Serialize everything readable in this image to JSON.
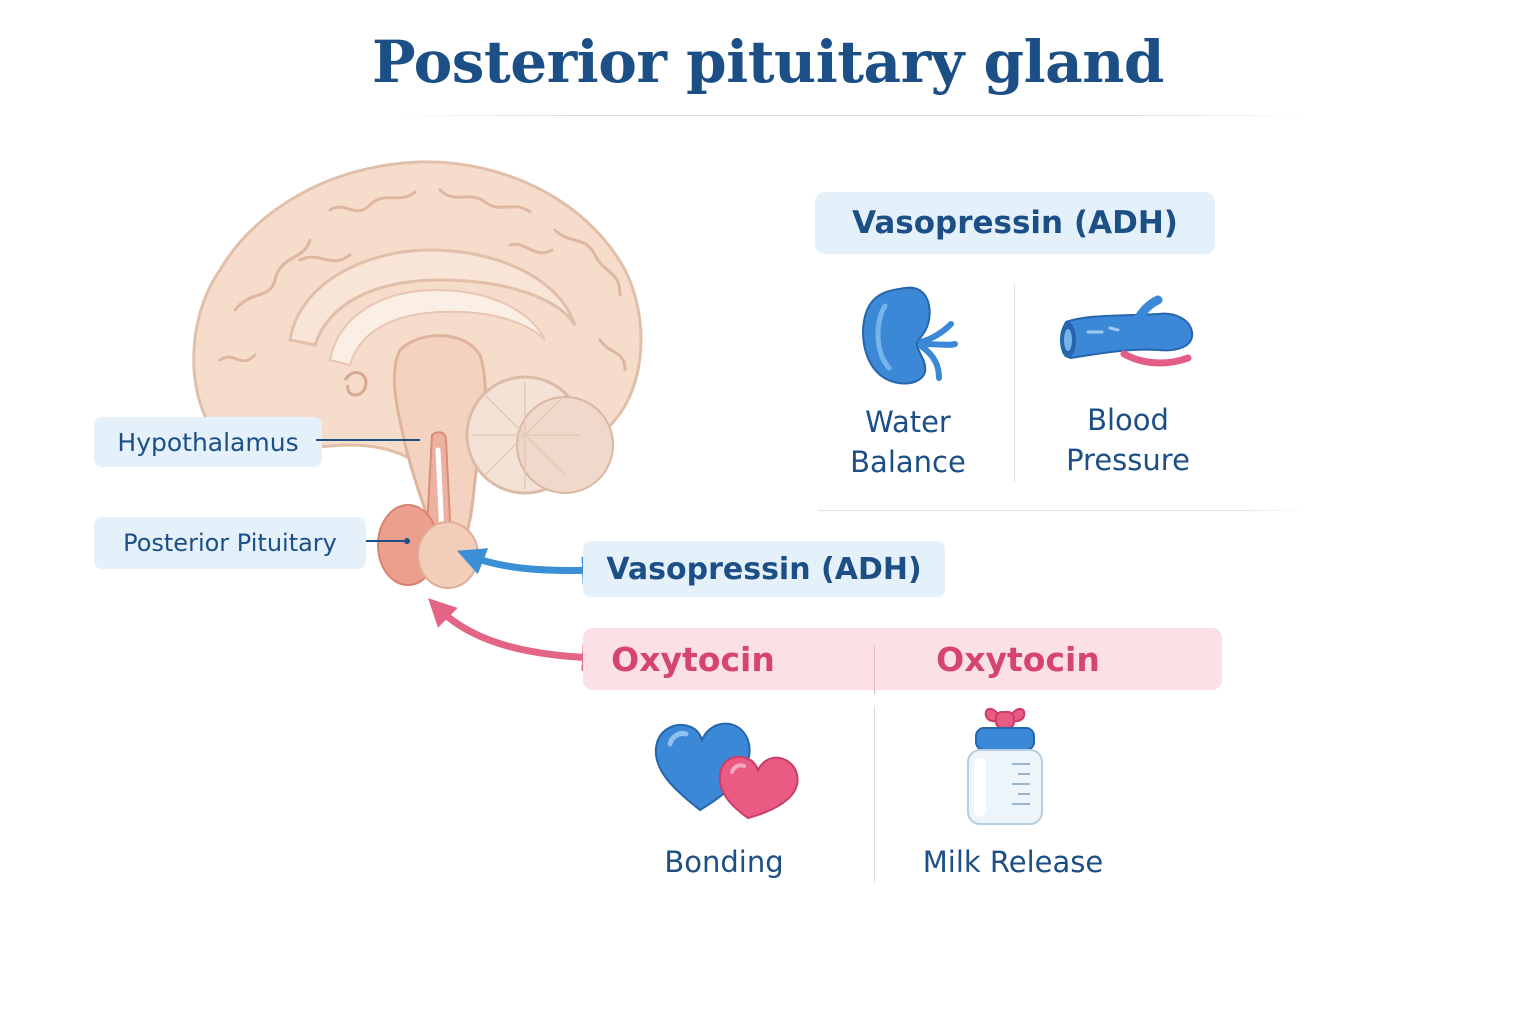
{
  "title": "Posterior pituitary gland",
  "brain": {
    "hypothalamus_label": "Hypothalamus",
    "pituitary_label": "Posterior Pituitary"
  },
  "vasopressin_panel": {
    "header": "Vasopressin (ADH)",
    "effects": [
      {
        "label_line1": "Water",
        "label_line2": "Balance",
        "icon": "kidney-icon"
      },
      {
        "label_line1": "Blood",
        "label_line2": "Pressure",
        "icon": "blood-vessel-icon"
      }
    ]
  },
  "flow": {
    "vasopressin_label": "Vasopressin (ADH)",
    "oxytocin_label_left": "Oxytocin",
    "oxytocin_label_right": "Oxytocin"
  },
  "oxytocin_panel": {
    "effects": [
      {
        "label": "Bonding",
        "icon": "hearts-icon"
      },
      {
        "label": "Milk Release",
        "icon": "baby-bottle-icon"
      }
    ]
  },
  "colors": {
    "title": "#1b4f86",
    "vasopressin_blue": "#3a8fd6",
    "oxytocin_pink": "#d6456e",
    "label_bg": "#e4f1fa",
    "oxytocin_bg": "#fbe0e6"
  }
}
